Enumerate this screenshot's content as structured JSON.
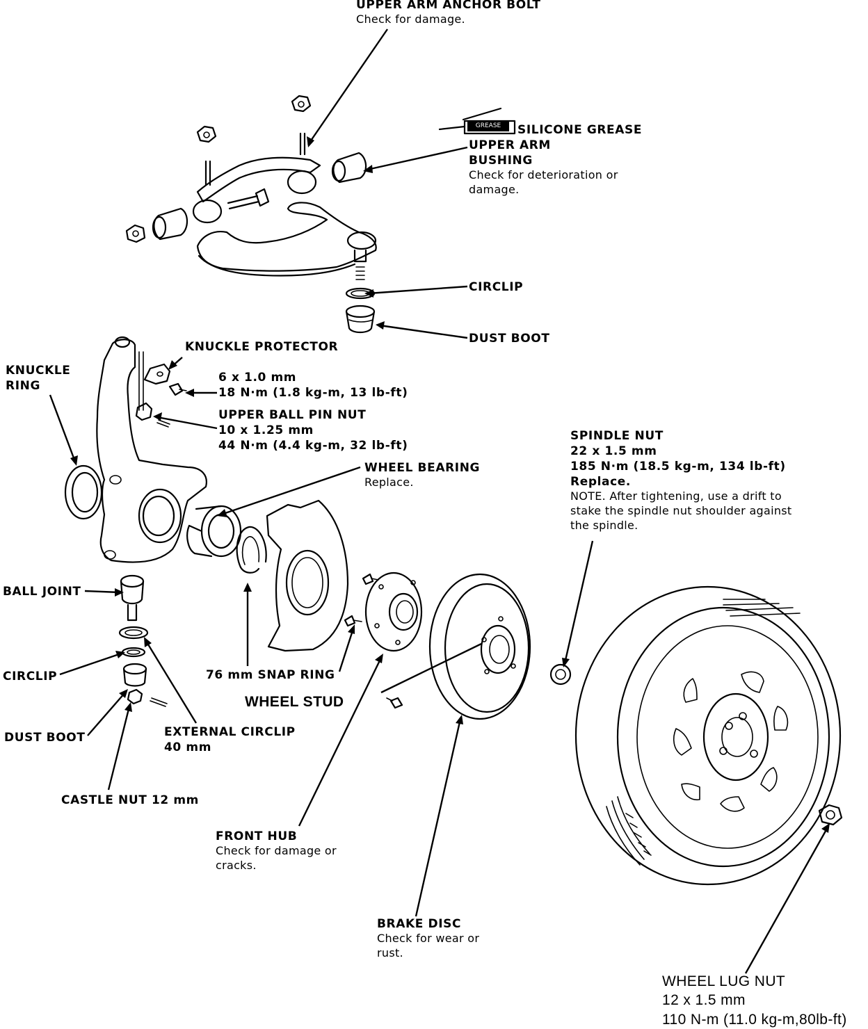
{
  "labels": {
    "upper_arm_anchor_bolt": {
      "title": "UPPER ARM ANCHOR BOLT",
      "note": "Check for damage."
    },
    "silicone_grease": {
      "title": "SILICONE GREASE",
      "tag": "GREASE"
    },
    "upper_arm_bushing": {
      "title1": "UPPER ARM",
      "title2": "BUSHING",
      "note1": "Check for deterioration or",
      "note2": "damage."
    },
    "circlip_upper": {
      "title": "CIRCLIP"
    },
    "dust_boot_upper": {
      "title": "DUST BOOT"
    },
    "knuckle_protector": {
      "title": "KNUCKLE PROTECTOR"
    },
    "protector_bolt": {
      "size": "6 x 1.0 mm",
      "torque": "18 N·m (1.8 kg-m, 13 lb-ft)"
    },
    "knuckle_ring": {
      "title1": "KNUCKLE",
      "title2": "RING"
    },
    "upper_ball_pin_nut": {
      "title": "UPPER BALL PIN NUT",
      "size": "10 x 1.25 mm",
      "torque": "44 N·m (4.4 kg-m, 32 lb-ft)"
    },
    "spindle_nut": {
      "title": "SPINDLE NUT",
      "size": "22 x 1.5 mm",
      "torque": "185 N·m (18.5 kg-m, 134 lb-ft)",
      "note": "Replace.",
      "note1": "NOTE. After tightening, use a drift to",
      "note2": "stake the spindle nut shoulder against",
      "note3": "the spindle."
    },
    "wheel_bearing": {
      "title": "WHEEL BEARING",
      "note": "Replace."
    },
    "ball_joint": {
      "title": "BALL JOINT"
    },
    "circlip_lower": {
      "title": "CIRCLIP"
    },
    "dust_boot_lower": {
      "title": "DUST BOOT"
    },
    "external_circlip": {
      "title": "EXTERNAL CIRCLIP",
      "size": "40 mm"
    },
    "castle_nut": {
      "title": "CASTLE NUT 12 mm"
    },
    "snap_ring": {
      "title": "76 mm SNAP RING"
    },
    "wheel_stud": {
      "title": "WHEEL STUD"
    },
    "front_hub": {
      "title": "FRONT HUB",
      "note1": "Check for damage or",
      "note2": "cracks."
    },
    "brake_disc": {
      "title": "BRAKE DISC",
      "note1": "Check for wear or",
      "note2": "rust."
    },
    "wheel_lug_nut": {
      "title": "WHEEL LUG NUT",
      "size": "12 x 1.5 mm",
      "torque": "110 N-m (11.0 kg-m,80lb-ft)"
    }
  }
}
